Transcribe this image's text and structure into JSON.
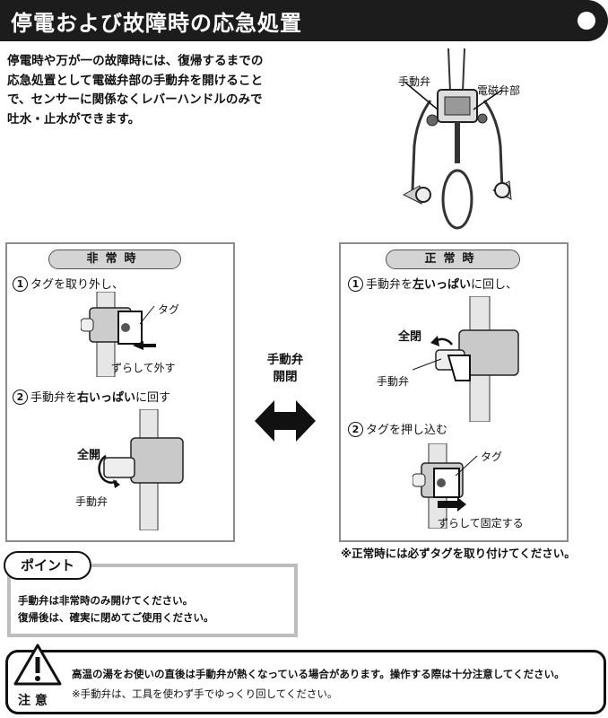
{
  "header": {
    "title": "停電および故障時の応急処置"
  },
  "intro": {
    "lines": [
      "停電時や万が一の故障時には、復帰するまでの",
      "応急処置として電磁弁部の手動弁を開けること",
      "で、センサーに関係なくレバーハンドルのみで",
      "吐水・止水ができます。"
    ]
  },
  "faucet_diagram": {
    "label_manual": "手動弁",
    "label_solenoid": "電磁弁部"
  },
  "emergency": {
    "header": "非常時",
    "step1": {
      "num": "1",
      "text": "タグを取り外し、"
    },
    "tag_label": "タグ",
    "slide_label": "ずらして外す",
    "step2": {
      "num": "2",
      "pre": "手動弁を",
      "bold": "右いっぱい",
      "post": "に回す"
    },
    "full_open": "全開",
    "valve_label": "手動弁"
  },
  "middle": {
    "line1": "手動弁",
    "line2": "開閉"
  },
  "normal": {
    "header": "正常時",
    "step1": {
      "num": "1",
      "pre": "手動弁を",
      "bold": "左いっぱい",
      "post": "に回し、"
    },
    "full_close": "全閉",
    "valve_label": "手動弁",
    "step2": {
      "num": "2",
      "text": "タグを押し込む"
    },
    "tag_label": "タグ",
    "fix_label": "ずらして固定する"
  },
  "normal_note": "※正常時には必ずタグを取り付けてください。",
  "point": {
    "tag": "ポイント",
    "lines": [
      "手動弁は非常時のみ開けてください。",
      "復帰後は、確実に閉めてご使用ください。"
    ]
  },
  "caution": {
    "label": "注 意",
    "line1": "高温の湯をお使いの直後は手動弁が熱くなっている場合があります。操作する際は十分注意してください。",
    "line2": "※手動弁は、工具を使わず手でゆっくり回してください。"
  }
}
